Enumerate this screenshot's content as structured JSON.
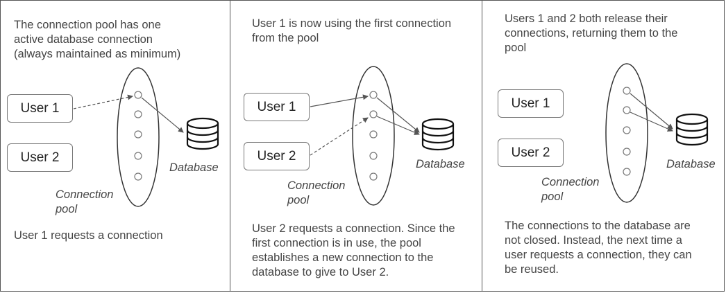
{
  "panels": [
    {
      "top_text": [
        "The connection pool has one",
        "active database connection",
        "(always maintained as minimum)"
      ],
      "users": [
        "User 1",
        "User 2"
      ],
      "pool_label": [
        "Connection",
        "pool"
      ],
      "db_label": "Database",
      "bottom_text": [
        "User 1 requests a connection"
      ]
    },
    {
      "top_text": [
        "User 1 is now using the first connection",
        "from the pool"
      ],
      "users": [
        "User 1",
        "User 2"
      ],
      "pool_label": [
        "Connection",
        "pool"
      ],
      "db_label": "Database",
      "bottom_text": [
        "User 2 requests a connection. Since the",
        "first connection is in use, the pool",
        "establishes a new connection to the",
        "database to give to User 2."
      ]
    },
    {
      "top_text": [
        "Users 1 and 2 both release their",
        "connections, returning them to the",
        "pool"
      ],
      "users": [
        "User 1",
        "User 2"
      ],
      "pool_label": [
        "Connection",
        "pool"
      ],
      "db_label": "Database",
      "bottom_text": [
        "The connections to the database are",
        "not closed. Instead, the next time a",
        "user requests a connection, they can",
        "be reused."
      ]
    }
  ]
}
